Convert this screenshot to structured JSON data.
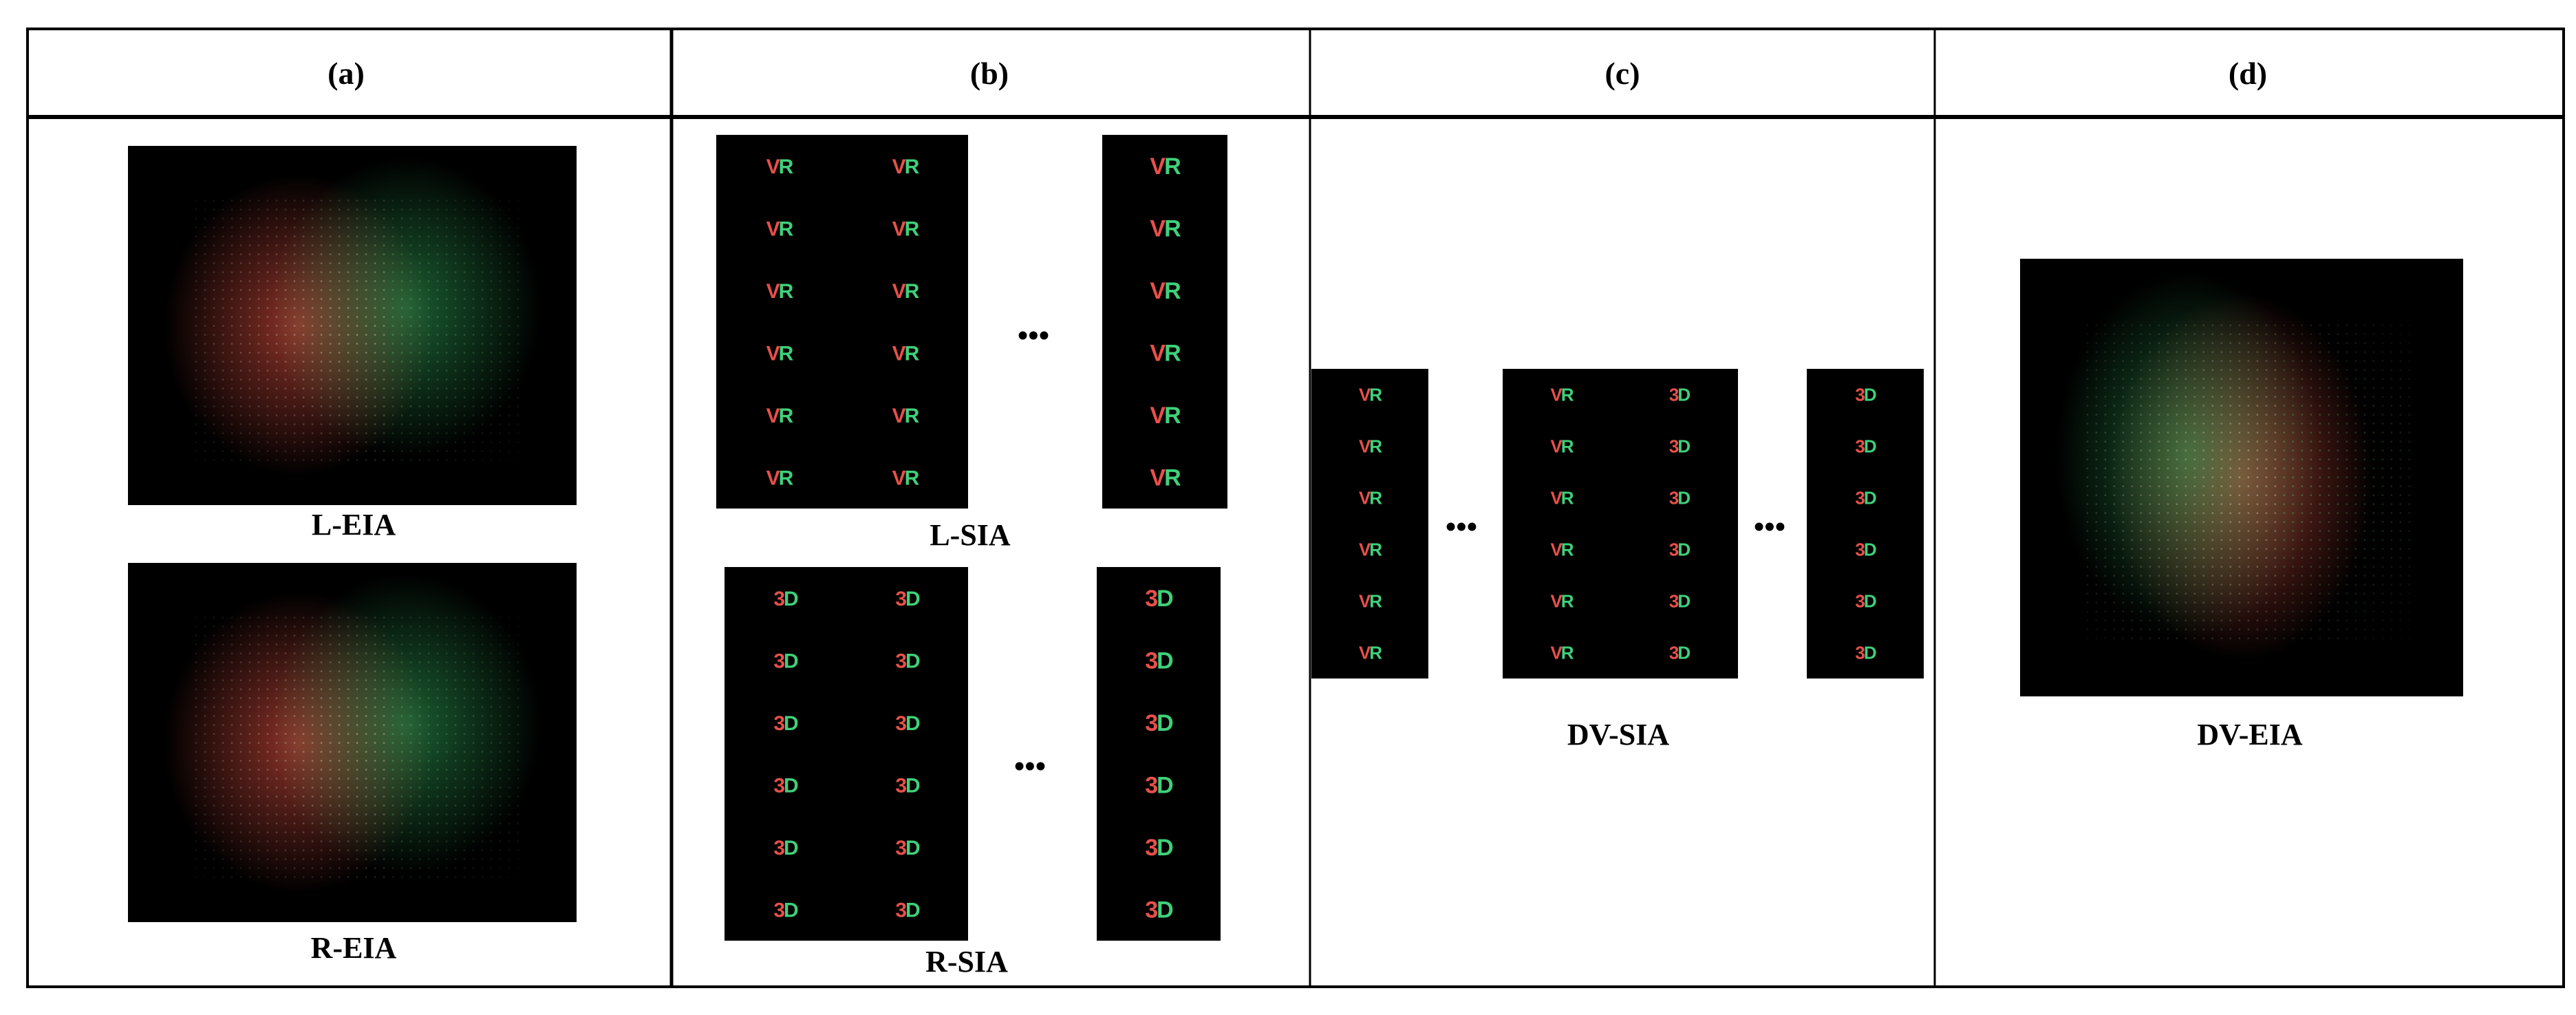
{
  "headers": [
    "(a)",
    "(b)",
    "(c)",
    "(d)"
  ],
  "captions": {
    "l_eia": "L-EIA",
    "r_eia": "R-EIA",
    "l_sia": "L-SIA",
    "r_sia": "R-SIA",
    "dv_sia": "DV-SIA",
    "dv_eia": "DV-EIA"
  },
  "ellipsis": "•••",
  "tile_text": {
    "vr": [
      "V",
      "R"
    ],
    "3d": [
      "3",
      "D"
    ]
  },
  "colors": {
    "background_tile": "#000000",
    "red": "#e8504a",
    "green": "#3fd07a",
    "border": "#000000"
  }
}
